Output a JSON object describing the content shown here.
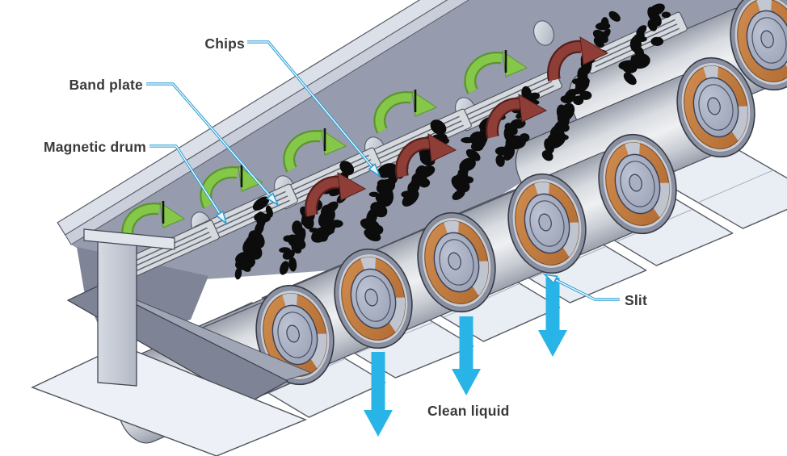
{
  "diagram": {
    "description": "Magnetic drum chip separator cutaway illustration",
    "labels": {
      "chips": "Chips",
      "band_plate": "Band plate",
      "magnetic_drum": "Magnetic drum",
      "slit": "Slit",
      "clean_liquid": "Clean liquid"
    },
    "colors": {
      "leader_blue": "#2E9FD4",
      "flow_cyan": "#29B4E8",
      "rotation_green": "#85C748",
      "chip_transfer_red": "#8E3D37",
      "magnet_band_orange": "#C0763C",
      "chip_black": "#0C0C0C",
      "steel_light": "#E9EEF5",
      "steel_wall": "#969CAD"
    }
  }
}
